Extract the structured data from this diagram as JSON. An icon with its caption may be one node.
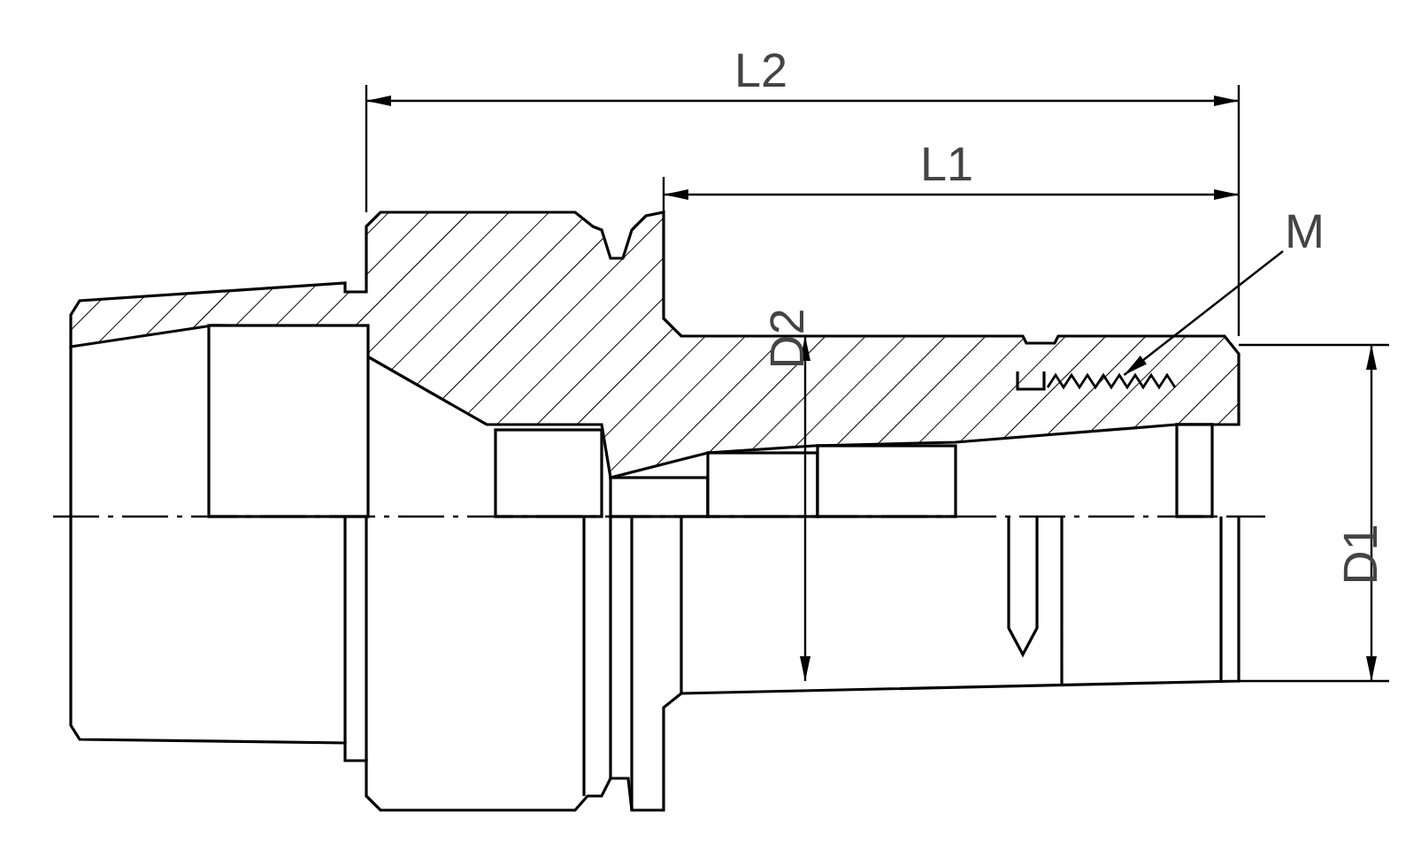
{
  "diagram": {
    "nodes": [
      {
        "text": [
          "M"
        ]
      },
      {
        "text": [],
        "shape": "picture"
      }
    ],
    "edges": [
      {
        "from": 0,
        "to": 1,
        "arrow": "to"
      }
    ],
    "labels": [
      "L2",
      "L1",
      "D2",
      "D1"
    ]
  }
}
